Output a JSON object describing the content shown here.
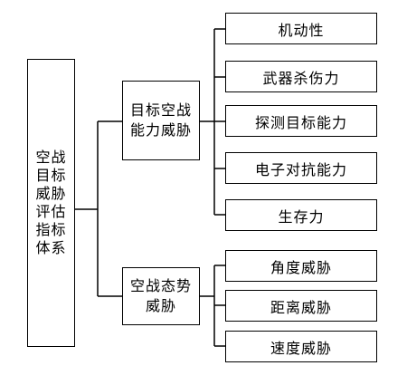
{
  "root": {
    "label": "空战\n目标\n威胁\n评估\n指标\n体系"
  },
  "groups": [
    {
      "label": "目标空战\n能力威胁",
      "children": [
        "机动性",
        "武器杀伤力",
        "探测目标能力",
        "电子对抗能力",
        "生存力"
      ]
    },
    {
      "label": "空战态势\n威胁",
      "children": [
        "角度威胁",
        "距离威胁",
        "速度威胁"
      ]
    }
  ]
}
